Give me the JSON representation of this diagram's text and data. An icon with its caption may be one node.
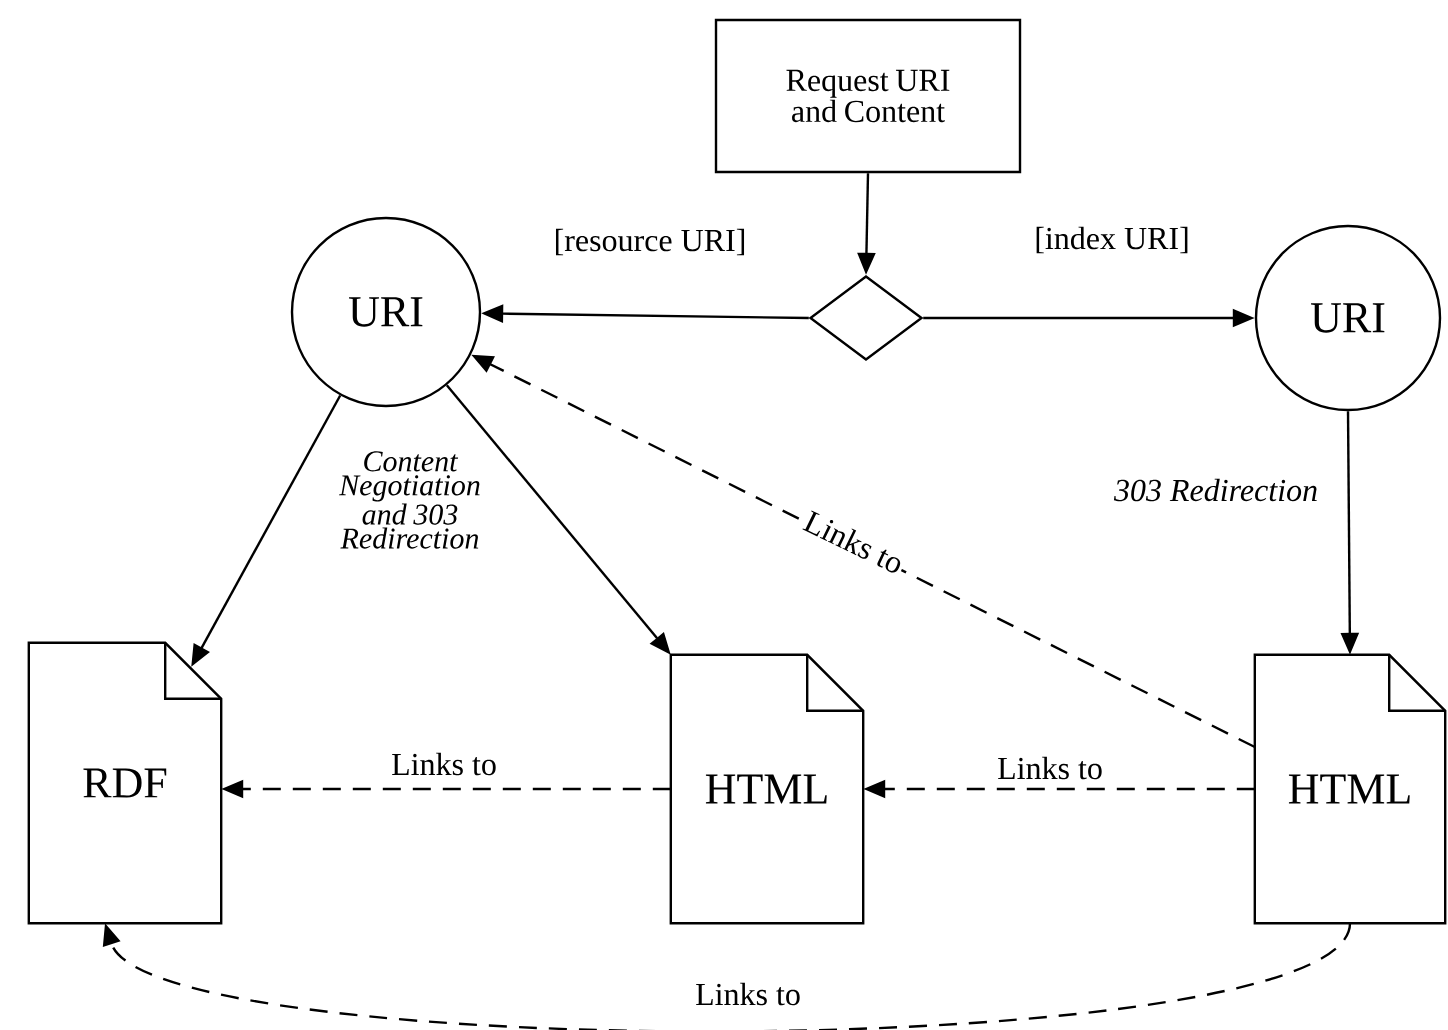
{
  "diagram": {
    "nodes": [
      {
        "text": [
          "Request URI and Content"
        ]
      },
      {
        "text": [],
        "shape": "diamond"
      },
      {
        "text": [
          "URI"
        ]
      },
      {
        "text": [
          "URI"
        ]
      },
      {
        "text": [
          "RDF"
        ]
      },
      {
        "text": [
          "HTML"
        ]
      },
      {
        "text": [
          "HTML"
        ]
      }
    ],
    "edges": [
      {
        "from": 0,
        "to": 1,
        "arrow": "to"
      },
      {
        "from": 1,
        "to": 2,
        "arrow": "to",
        "label": "[resource URI]"
      },
      {
        "from": 1,
        "to": 3,
        "arrow": "to",
        "label": "[index URI]"
      },
      {
        "from": 2,
        "to": 4,
        "arrow": "to"
      },
      {
        "from": 2,
        "to": 5,
        "arrow": "to"
      },
      {
        "from": 3,
        "to": 6,
        "arrow": "to",
        "label": "303 Redirection"
      },
      {
        "from": 6,
        "to": 2,
        "arrow": "to",
        "label": "Links to",
        "style": "dashed"
      },
      {
        "from": 5,
        "to": 4,
        "arrow": "to",
        "label": "Links to",
        "style": "dashed"
      },
      {
        "from": 6,
        "to": 5,
        "arrow": "to",
        "label": "Links to",
        "style": "dashed"
      },
      {
        "from": 6,
        "to": 4,
        "arrow": "to",
        "label": "Links to",
        "style": "dashed"
      }
    ],
    "labels": [
      "Content Negotiation and 303 Redirection"
    ]
  }
}
